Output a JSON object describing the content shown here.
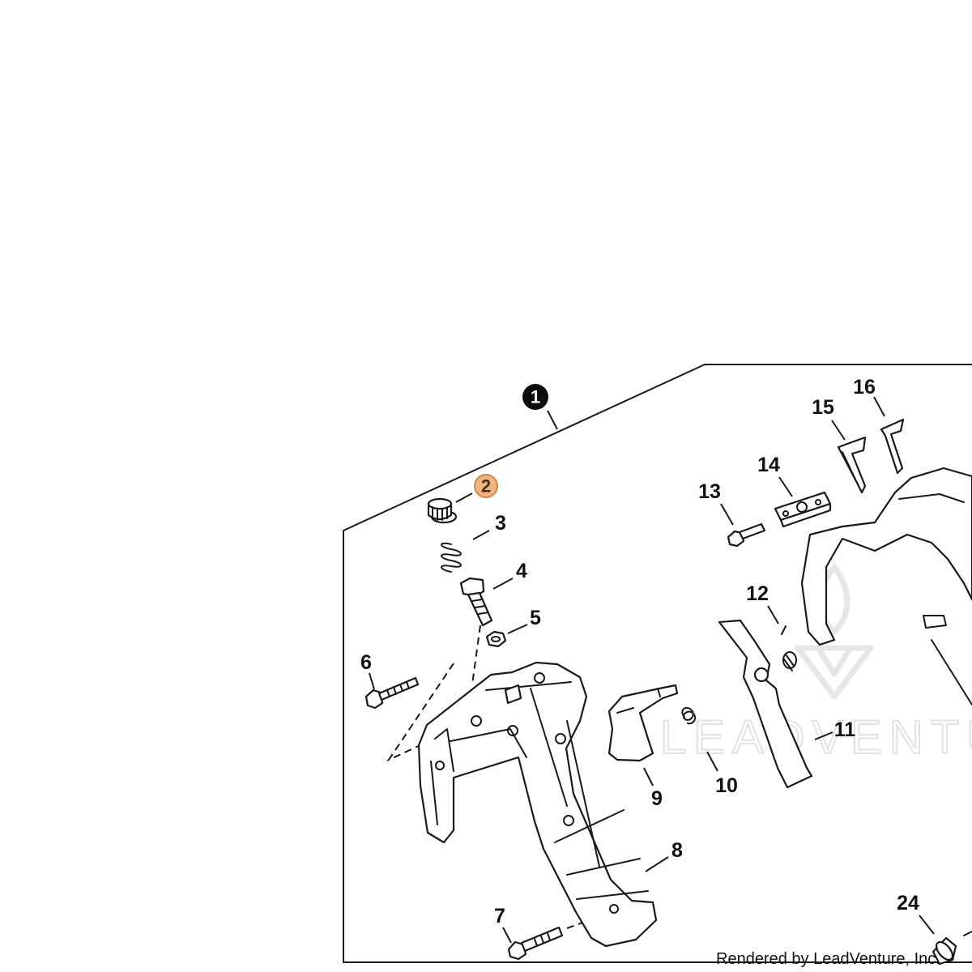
{
  "callouts": [
    {
      "id": "1",
      "style": "filled-black"
    },
    {
      "id": "2",
      "style": "highlighted-orange"
    },
    {
      "id": "3",
      "style": "plain"
    },
    {
      "id": "4",
      "style": "plain"
    },
    {
      "id": "5",
      "style": "plain"
    },
    {
      "id": "6",
      "style": "plain"
    },
    {
      "id": "7",
      "style": "plain"
    },
    {
      "id": "8",
      "style": "plain"
    },
    {
      "id": "9",
      "style": "plain"
    },
    {
      "id": "10",
      "style": "plain"
    },
    {
      "id": "11",
      "style": "plain"
    },
    {
      "id": "12",
      "style": "plain"
    },
    {
      "id": "13",
      "style": "plain"
    },
    {
      "id": "14",
      "style": "plain"
    },
    {
      "id": "15",
      "style": "plain"
    },
    {
      "id": "16",
      "style": "plain"
    },
    {
      "id": "24",
      "style": "plain"
    }
  ],
  "watermark": "LEADVENTURE",
  "credit": "Rendered by LeadVenture, Inc.",
  "colors": {
    "highlight_fill": "#f0b57f",
    "highlight_stroke": "#c98a4c",
    "line": "#1a1a1a",
    "watermark": "#e7e7e7"
  }
}
